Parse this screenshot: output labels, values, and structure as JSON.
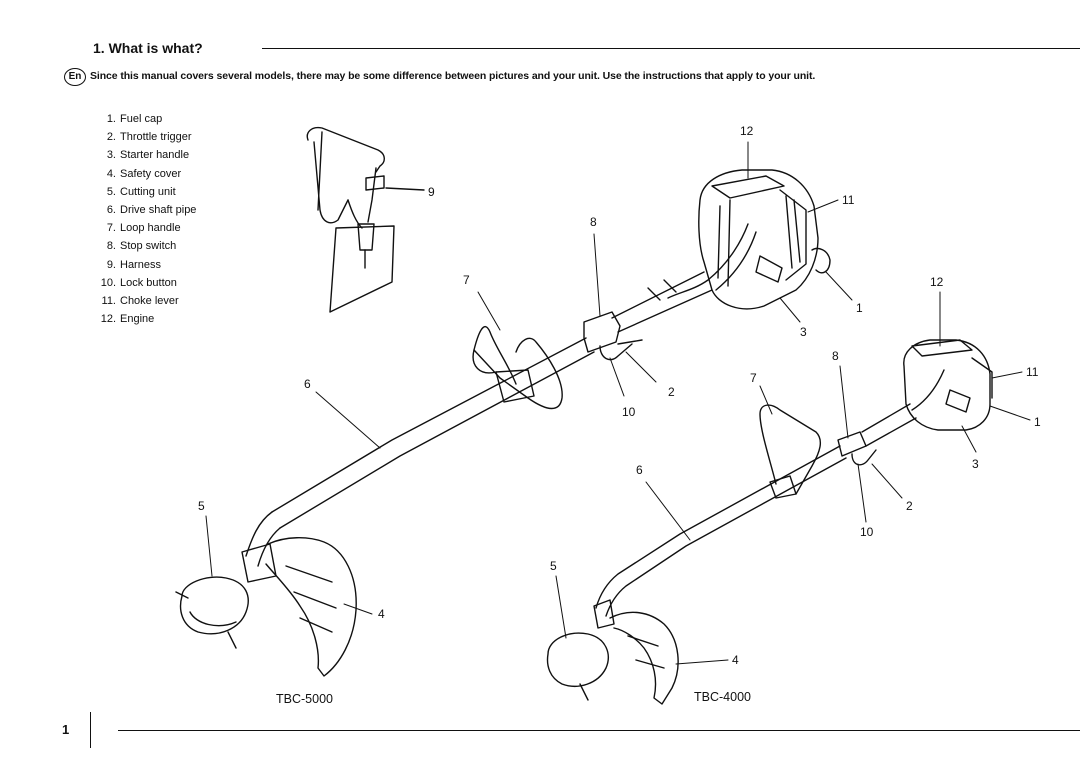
{
  "section": {
    "title": "1. What is what?",
    "language_badge": "En",
    "notice": "Since this manual covers several models, there may be some difference between pictures and your unit.  Use the instructions that apply to your unit."
  },
  "parts": [
    {
      "num": "1.",
      "label": "Fuel cap"
    },
    {
      "num": "2.",
      "label": "Throttle trigger"
    },
    {
      "num": "3.",
      "label": "Starter handle"
    },
    {
      "num": "4.",
      "label": "Safety cover"
    },
    {
      "num": "5.",
      "label": "Cutting unit"
    },
    {
      "num": "6.",
      "label": "Drive shaft pipe"
    },
    {
      "num": "7.",
      "label": "Loop handle"
    },
    {
      "num": "8.",
      "label": "Stop switch"
    },
    {
      "num": "9.",
      "label": "Harness"
    },
    {
      "num": "10.",
      "label": "Lock button"
    },
    {
      "num": "11.",
      "label": "Choke lever"
    },
    {
      "num": "12.",
      "label": "Engine"
    }
  ],
  "callouts": {
    "harness": "9",
    "tbc5000": {
      "engine": "12",
      "choke": "11",
      "fuel_cap": "1",
      "starter": "3",
      "stop_switch": "8",
      "loop_handle": "7",
      "throttle": "2",
      "lock": "10",
      "shaft": "6",
      "cutting_unit": "5",
      "cover": "4"
    },
    "tbc4000": {
      "engine": "12",
      "choke": "11",
      "fuel_cap": "1",
      "starter": "3",
      "stop_switch": "8",
      "loop_handle": "7",
      "throttle": "2",
      "lock": "10",
      "shaft": "6",
      "cutting_unit": "5",
      "cover": "4"
    }
  },
  "models": {
    "left": "TBC-5000",
    "right": "TBC-4000"
  },
  "page_number": "1"
}
